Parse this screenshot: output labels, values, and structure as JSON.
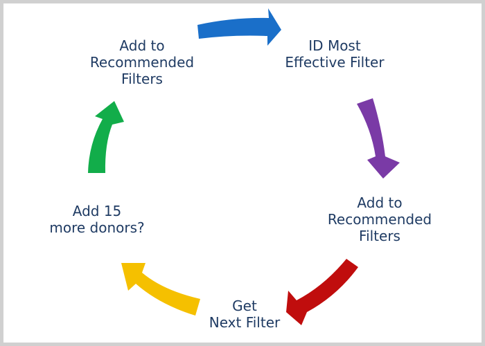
{
  "nodes": [
    {
      "lines": [
        "Add to",
        "Recommended",
        "Filters"
      ]
    },
    {
      "lines": [
        "ID Most",
        "Effective Filter"
      ]
    },
    {
      "lines": [
        "Add to",
        "Recommended",
        "Filters"
      ]
    },
    {
      "lines": [
        "Get",
        "Next Filter"
      ]
    },
    {
      "lines": [
        "Add 15",
        "more donors?"
      ]
    }
  ],
  "colors": {
    "text": "#1f3b63",
    "arrow_blue": "#1a6fc9",
    "arrow_purple": "#7a3aa6",
    "arrow_red": "#c00d0d",
    "arrow_yellow": "#f5c000",
    "arrow_green": "#12ad4a",
    "border": "#d0d0d0"
  }
}
